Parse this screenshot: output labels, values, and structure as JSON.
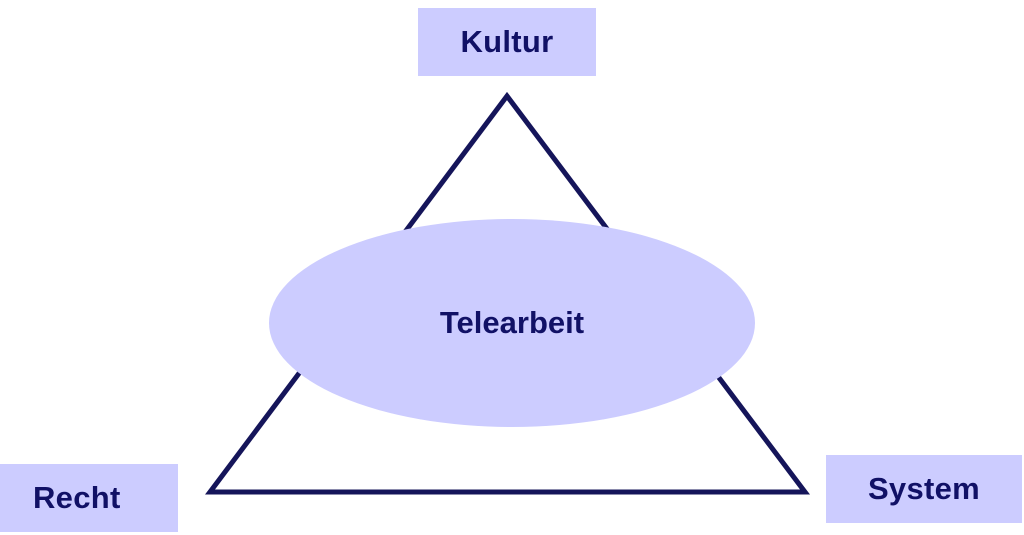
{
  "colors": {
    "box_fill": "#ccccff",
    "text": "#111166",
    "triangle_stroke": "#15155a",
    "ellipse_fill": "#ccccff"
  },
  "nodes": {
    "top": "Kultur",
    "bottom_left": "Recht",
    "bottom_right": "System",
    "center": "Telearbeit"
  }
}
